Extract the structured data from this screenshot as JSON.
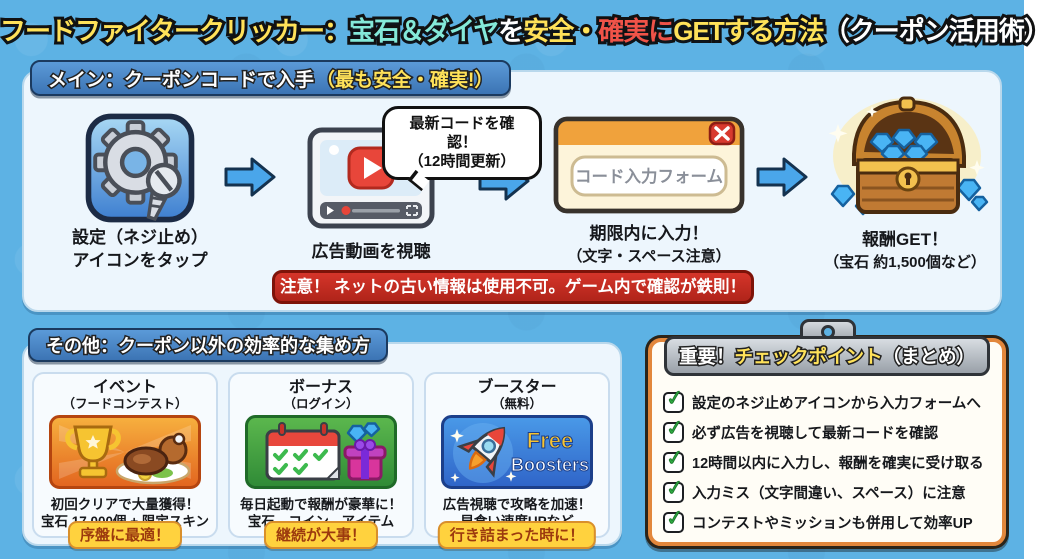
{
  "title": {
    "segments": [
      {
        "text": "フードファイタークリッカー：",
        "color": "#ffe259"
      },
      {
        "text": "宝石＆ダイヤ",
        "color": "#84e9d9"
      },
      {
        "text": "を",
        "color": "#ffffff"
      },
      {
        "text": "安全・",
        "color": "#ffe259"
      },
      {
        "text": "確実に",
        "color": "#f05348"
      },
      {
        "text": "GETする方法",
        "color": "#ffe259"
      },
      {
        "text": "（クーポン活用術）",
        "color": "#ffffff"
      }
    ]
  },
  "main_section": {
    "header": {
      "text": "メイン：クーポンコードで入手",
      "highlight": "（最も安全・確実!）"
    },
    "steps": [
      {
        "icon": "gear-screw-icon",
        "caption_line1": "設定（ネジ止め）",
        "caption_line2": "アイコンをタップ"
      },
      {
        "icon": "video-player-icon",
        "caption_line1": "広告動画を視聴",
        "bubble_line1": "最新コードを確認！",
        "bubble_line2": "（12時間更新）"
      },
      {
        "icon": "code-form-icon",
        "caption_line1": "期限内に入力！",
        "caption_line2": "（文字・スペース注意）",
        "form_text": "コード入力フォーム"
      },
      {
        "icon": "treasure-chest-icon",
        "caption_line1": "報酬GET！",
        "caption_line2": "（宝石 約1,500個など）"
      }
    ],
    "warning": "注意！ ネットの古い情報は使用不可。ゲーム内で確認が鉄則！"
  },
  "other_section": {
    "header": "その他：クーポン以外の効率的な集め方",
    "cards": [
      {
        "icon": "trophy-food-icon",
        "title": "イベント",
        "subtitle": "（フードコンテスト）",
        "line1": "初回クリアで大量獲得！",
        "line2": "宝石 17,000個 + 限定スキン",
        "tag": "序盤に最適！"
      },
      {
        "icon": "calendar-gift-icon",
        "title": "ボーナス",
        "subtitle": "（ログイン）",
        "line1": "毎日起動で報酬が豪華に！",
        "line2": "宝石、コイン、アイテム",
        "tag": "継続が大事！"
      },
      {
        "icon": "rocket-icon",
        "title": "ブースター",
        "subtitle": "（無料）",
        "line1": "広告視聴で攻略を加速！",
        "line2": "早食い速度UPなど",
        "tag": "行き詰まった時に！",
        "badge_line1": "Free",
        "badge_line2": "Boosters"
      }
    ]
  },
  "checkpoint_section": {
    "header_prefix": "重要！ ",
    "header_highlight": "チェックポイント",
    "header_suffix": "（まとめ）",
    "check_icon": "checkbox-check-icon",
    "items": [
      "設定のネジ止めアイコンから入力フォームへ",
      "必ず広告を視聴して最新コードを確認",
      "12時間以内に入力し、報酬を確実に受け取る",
      "入力ミス（文字間違い、スペース）に注意",
      "コンテストやミッションも併用して効率UP"
    ]
  },
  "colors": {
    "background": "#5db2e4",
    "title_yellow": "#ffe259",
    "title_cyan": "#84e9d9",
    "title_red": "#f05348",
    "header_pill_blue": "#4181c4",
    "warning_red": "#c4281d",
    "tag_yellow": "#ffd23e",
    "clipboard_orange": "#e2873c",
    "check_green": "#2fae44",
    "arrow_blue": "#4aa6ea",
    "gem_blue": "#49b4f4"
  }
}
